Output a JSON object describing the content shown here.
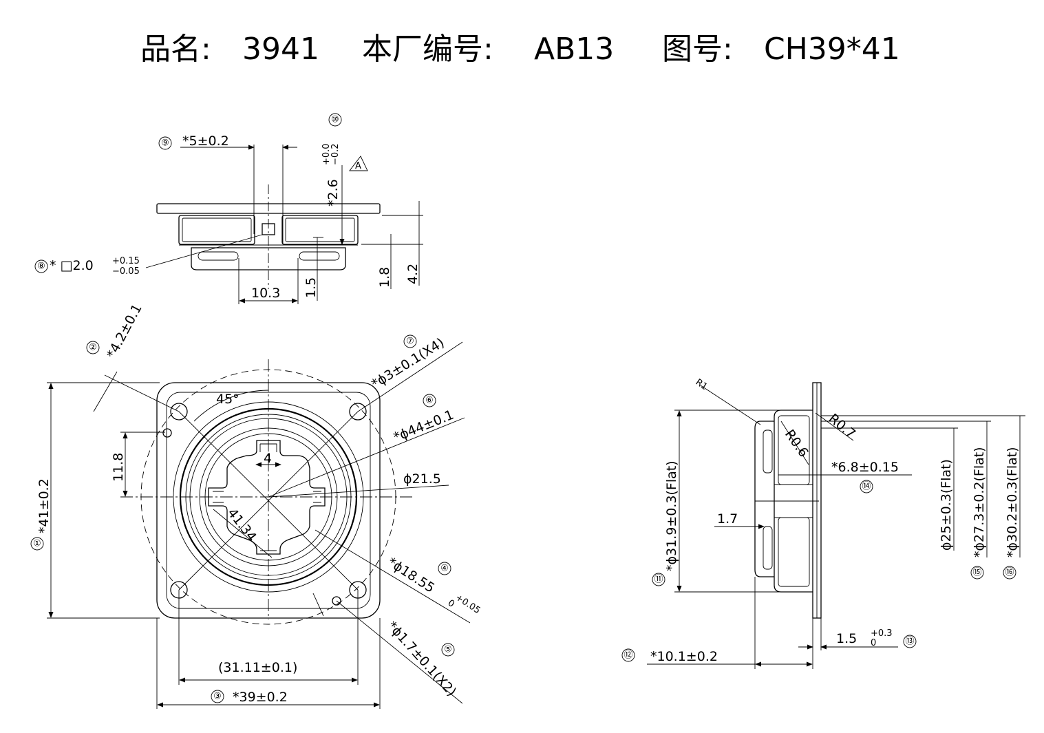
{
  "title": {
    "product_label": "品名:",
    "product_value": "3941",
    "factory_label": "本厂编号:",
    "factory_value": "AB13",
    "drawing_label": "图号:",
    "drawing_value": "CH39*41"
  },
  "callouts": [
    "①",
    "②",
    "③",
    "④",
    "⑤",
    "⑥",
    "⑦",
    "⑧",
    "⑨",
    "⑩",
    "⑪",
    "⑫",
    "⑬",
    "⑭",
    "⑮",
    "⑯"
  ],
  "top_view": {
    "dim_9": "*5±0.2",
    "dim_10_value": "*2.6",
    "dim_10_tol_upper": "+0.0",
    "dim_10_tol_lower": "−0.2",
    "datum": "A",
    "dim_8_value": "* □2.0",
    "dim_8_tol_upper": "+0.15",
    "dim_8_tol_lower": "−0.05",
    "dim_10_3": "10.3",
    "dim_1_5": "1.5",
    "dim_1_8": "1.8",
    "dim_4_2": "4.2"
  },
  "front_view": {
    "dim_1": "*41±0.2",
    "dim_2": "*4.2±0.1",
    "dim_3": "*39±0.2",
    "dim_4_value": "*ϕ18.55",
    "dim_4_tol_upper": "+0.05",
    "dim_4_tol_lower": "0",
    "dim_5": "*ϕ1.7±0.1(X2)",
    "dim_6": "*ϕ44±0.1",
    "dim_7": "*ϕ3±0.1(X4)",
    "angle": "45°",
    "dim_11_8": "11.8",
    "dim_4": "4",
    "dim_21_5": "ϕ21.5",
    "dim_41_34": "41.34",
    "dim_31_11": "(31.11±0.1)"
  },
  "side_view": {
    "r1": "R1",
    "r0_7": "R0.7",
    "r0_6": "R0.6",
    "dim_14": "*6.8±0.15",
    "dim_1_7": "1.7",
    "dim_11": "*ϕ31.9±0.3(Flat)",
    "dim_15_inner": "ϕ25±0.3(Flat)",
    "dim_15": "*ϕ27.3±0.2(Flat)",
    "dim_16": "*ϕ30.2±0.3(Flat)",
    "dim_12": "*10.1±0.2",
    "dim_13_value": "1.5",
    "dim_13_tol_upper": "+0.3",
    "dim_13_tol_lower": "0"
  }
}
